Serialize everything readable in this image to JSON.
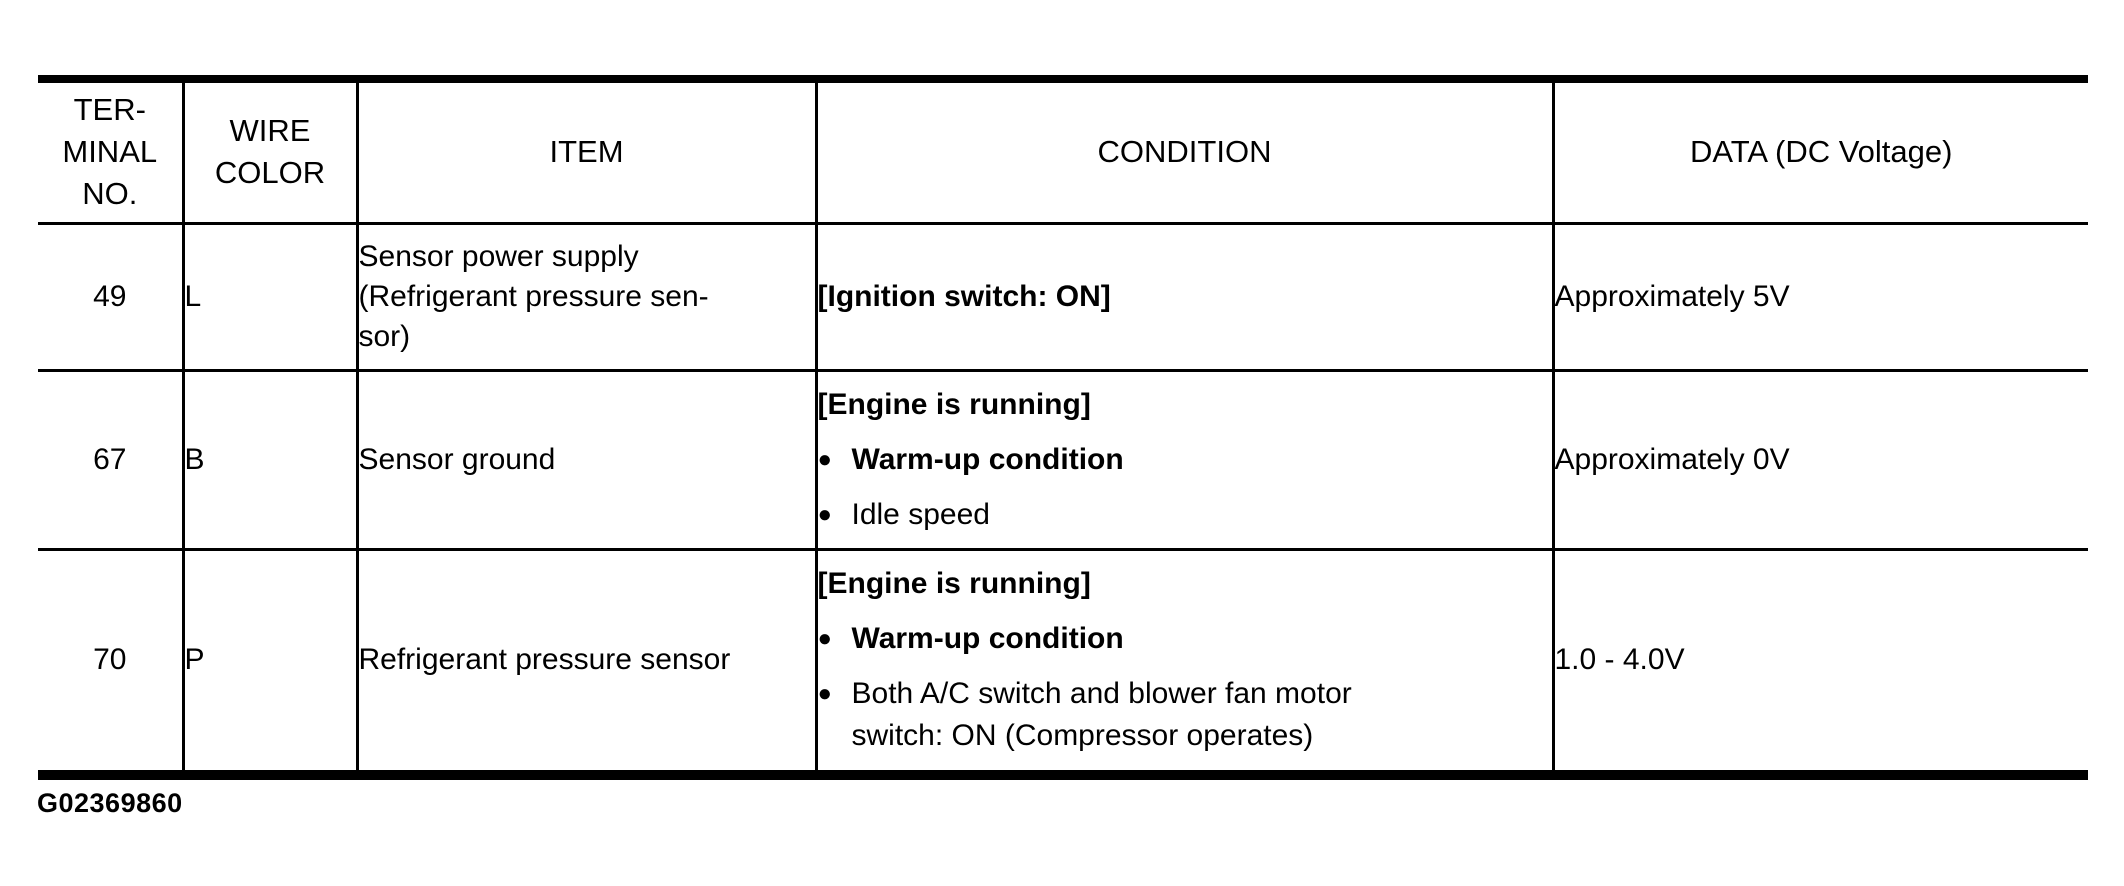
{
  "colors": {
    "ink": "#000000",
    "paper": "#ffffff"
  },
  "glyphs": {
    "bullet": "●"
  },
  "header": {
    "terminal_lines": [
      "TER-",
      "MINAL",
      "NO."
    ],
    "wire_lines": [
      "WIRE",
      "COLOR"
    ],
    "item": "ITEM",
    "condition": "CONDITION",
    "data": "DATA (DC Voltage)"
  },
  "rows": [
    {
      "terminal": "49",
      "wire": "L",
      "item_lines": [
        "Sensor power supply",
        "(Refrigerant pressure sen-",
        "sor)"
      ],
      "conditions": [
        {
          "text": "[Ignition switch: ON]",
          "style": "bold"
        }
      ],
      "data": "Approximately 5V"
    },
    {
      "terminal": "67",
      "wire": "B",
      "item_lines": [
        "Sensor ground"
      ],
      "conditions": [
        {
          "text": "[Engine is running]",
          "style": "bold"
        },
        {
          "text": "Warm-up condition",
          "style": "bold-bullet"
        },
        {
          "text": "Idle speed",
          "style": "bullet"
        }
      ],
      "data": "Approximately 0V"
    },
    {
      "terminal": "70",
      "wire": "P",
      "item_lines": [
        "Refrigerant pressure sensor"
      ],
      "conditions": [
        {
          "text": "[Engine is running]",
          "style": "bold"
        },
        {
          "text": "Warm-up condition",
          "style": "bold-bullet"
        },
        {
          "text": "Both A/C switch and blower fan motor",
          "style": "bullet"
        },
        {
          "text": "switch: ON (Compressor operates)",
          "style": "continuation"
        }
      ],
      "data": "1.0 - 4.0V"
    }
  ],
  "caption": "G02369860"
}
